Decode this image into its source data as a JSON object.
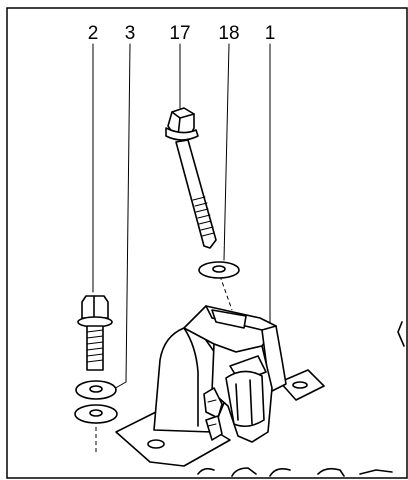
{
  "callouts": {
    "c2": "2",
    "c3": "3",
    "c17": "17",
    "c18": "18",
    "c1": "1"
  }
}
